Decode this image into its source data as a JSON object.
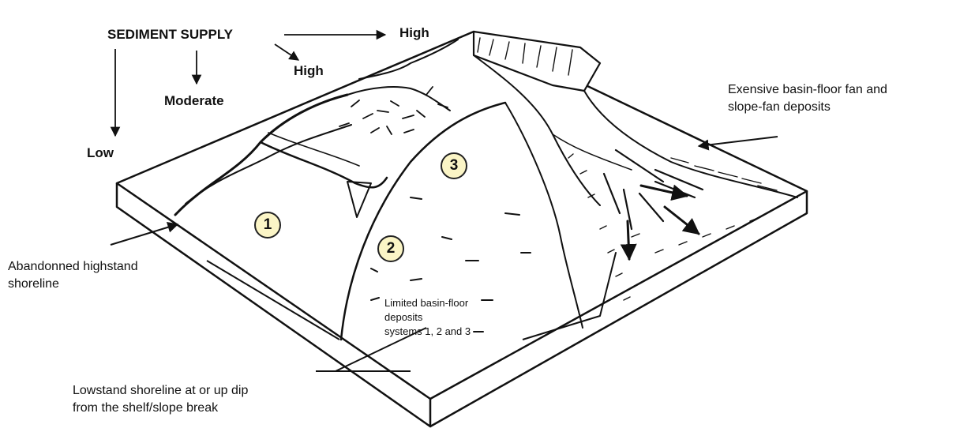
{
  "supply": {
    "title": "SEDIMENT SUPPLY",
    "high_right": "High",
    "high_diag": "High",
    "moderate": "Moderate",
    "low": "Low"
  },
  "systems": [
    "1",
    "2",
    "3"
  ],
  "annotations": {
    "basin_fan_line1": "Exensive basin-floor fan and",
    "basin_fan_line2": "slope-fan deposits",
    "abandoned_line1": "Abandonned highstand",
    "abandoned_line2": "shoreline",
    "limited_line1": "Limited basin-floor",
    "limited_line2": "deposits",
    "limited_line3": "systems 1, 2 and 3",
    "lowstand_line1": "Lowstand shoreline at or up dip",
    "lowstand_line2": "from the shelf/slope break"
  },
  "colors": {
    "badge_fill": "#fbf5c6",
    "ink": "#111111"
  }
}
